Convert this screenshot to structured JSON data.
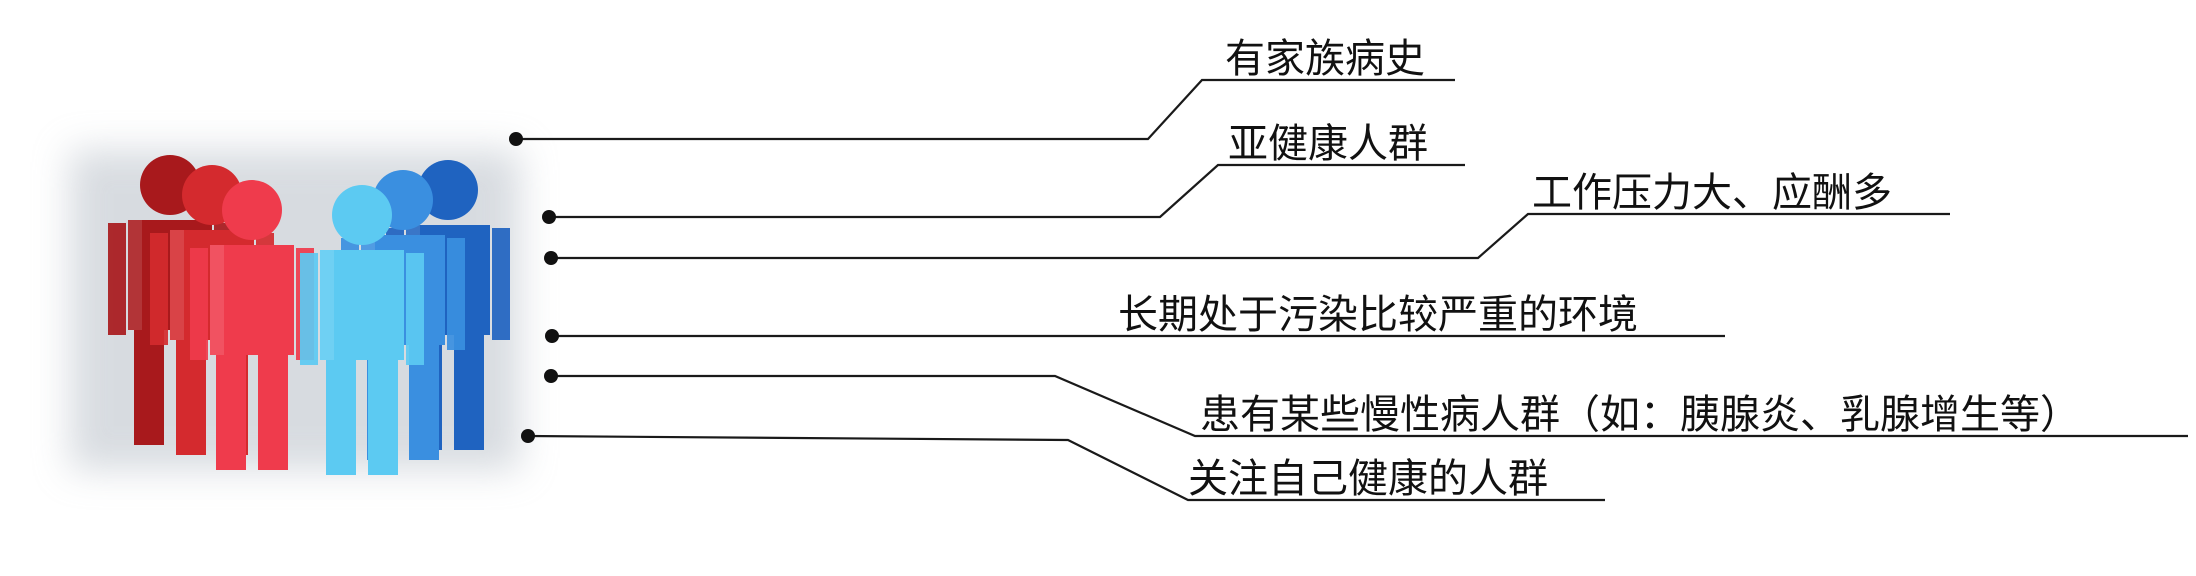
{
  "items": [
    {
      "label": "有家族病史"
    },
    {
      "label": "亚健康人群"
    },
    {
      "label": "工作压力大、应酬多"
    },
    {
      "label": "长期处于污染比较严重的环境"
    },
    {
      "label": "患有某些慢性病人群（如：胰腺炎、乳腺增生等）"
    },
    {
      "label": "关注自己健康的人群"
    }
  ],
  "figures": [
    {
      "name": "dark-red-person",
      "color": "#a8191c"
    },
    {
      "name": "red-person",
      "color": "#d42a2e"
    },
    {
      "name": "pink-red-person",
      "color": "#ef3b4c"
    },
    {
      "name": "dark-blue-person",
      "color": "#1f63c0"
    },
    {
      "name": "blue-person",
      "color": "#3a8fe0"
    },
    {
      "name": "light-blue-person",
      "color": "#5ccaf2"
    }
  ]
}
